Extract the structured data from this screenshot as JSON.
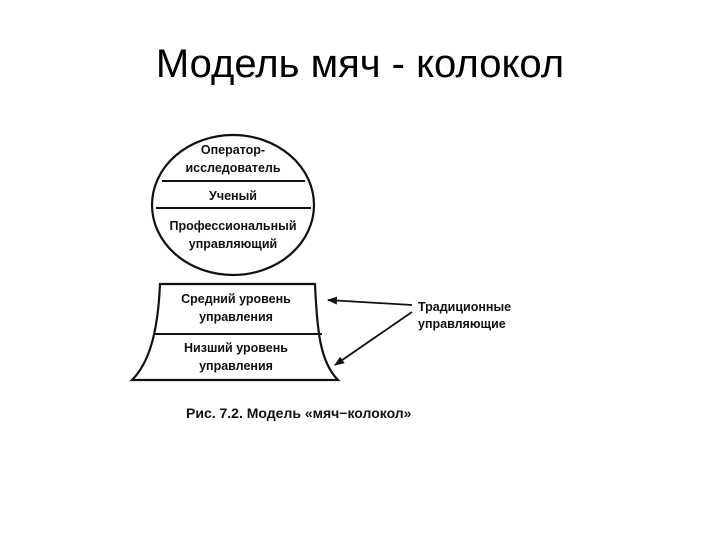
{
  "slide": {
    "title": "Модель мяч - колокол"
  },
  "ball": {
    "tiers": [
      {
        "lines": [
          "Оператор-",
          "исследователь"
        ]
      },
      {
        "lines": [
          "Ученый"
        ]
      },
      {
        "lines": [
          "Профессиональный",
          "управляющий"
        ]
      }
    ]
  },
  "bell": {
    "tiers": [
      {
        "lines": [
          "Средний уровень",
          "управления"
        ]
      },
      {
        "lines": [
          "Низший уровень",
          "управления"
        ]
      }
    ]
  },
  "callout": {
    "lines": [
      "Традиционные",
      "управляющие"
    ]
  },
  "caption": {
    "text": "Рис. 7.2. Модель «мяч−колокол»"
  },
  "colors": {
    "ink": "#111111",
    "background": "#ffffff"
  }
}
